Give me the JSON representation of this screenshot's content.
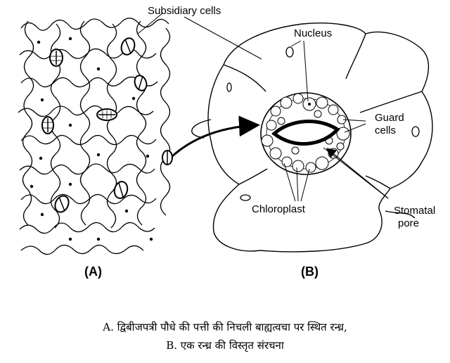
{
  "labels": {
    "subsidiary_cells": "Subsidiary cells",
    "nucleus": "Nucleus",
    "guard_cells_line1": "Guard",
    "guard_cells_line2": "cells",
    "chloroplast": "Chloroplast",
    "stomatal_pore_line1": "Stomatal",
    "stomatal_pore_line2": "pore",
    "panel_a": "(A)",
    "panel_b": "(B)"
  },
  "caption": {
    "line1": "A. द्विबीजपत्री पौधे की पत्ती की निचली बाह्यत्वचा पर स्थित रन्ध्र,",
    "line2": "B. एक रन्ध्र की विस्तृत संरचना"
  }
}
